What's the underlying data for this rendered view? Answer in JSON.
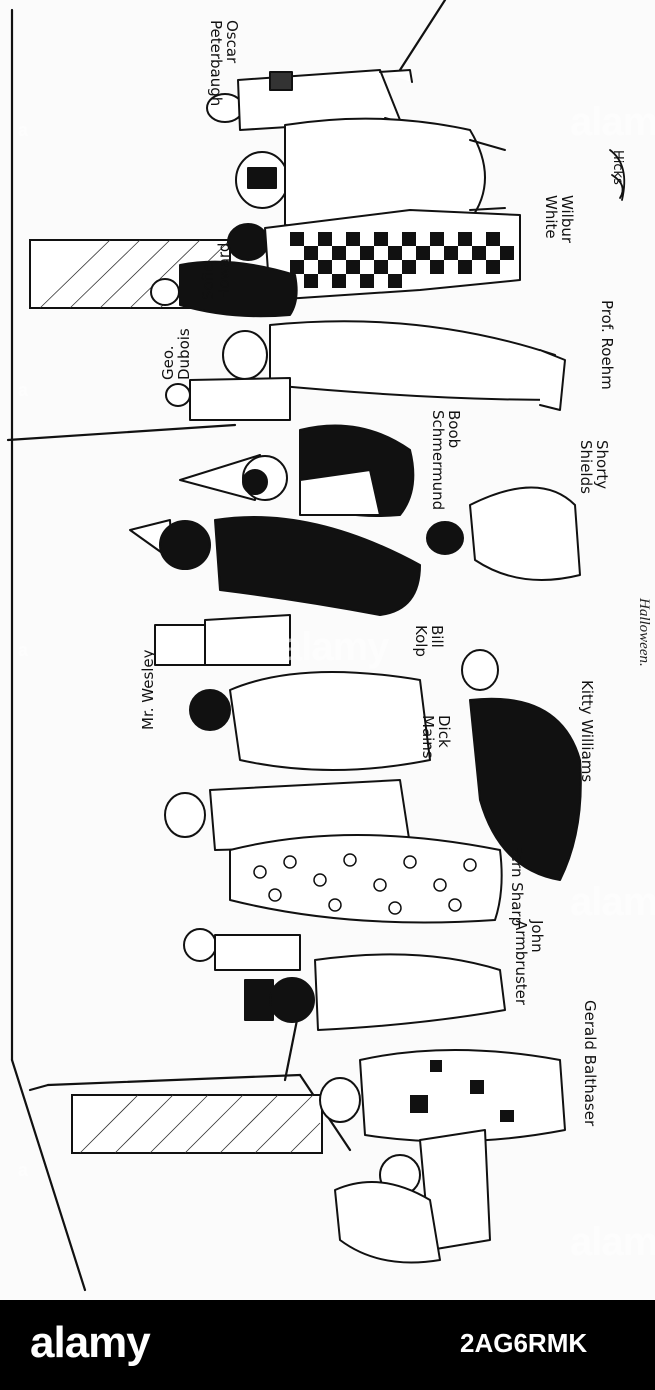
{
  "illustration": {
    "caption": "Halloween.",
    "artist_signature": "Hicks",
    "labels": [
      "Oscar\nPeterbaugh",
      "Wilbur\nWhite",
      "Sofie\nHoward",
      "Geo.\nDubois",
      "Prof. Roehm",
      "Boob\nSchmermund",
      "Shorty\nShields",
      "Bill\nKolp",
      "Mr. Wesley",
      "Dick\nMains",
      "Kitty Williams",
      "Fern Sharp",
      "John\nArmbruster",
      "Gerald Balthaser"
    ]
  },
  "watermark": {
    "text": "alamy",
    "repeats": [
      "a",
      "alamy",
      "alamy",
      "alamy",
      "alamy",
      "a",
      "a",
      "a"
    ]
  },
  "footer": {
    "logo": "alamy",
    "image_id": "2AG6RMK",
    "background": "#000000",
    "text_color": "#ffffff"
  }
}
